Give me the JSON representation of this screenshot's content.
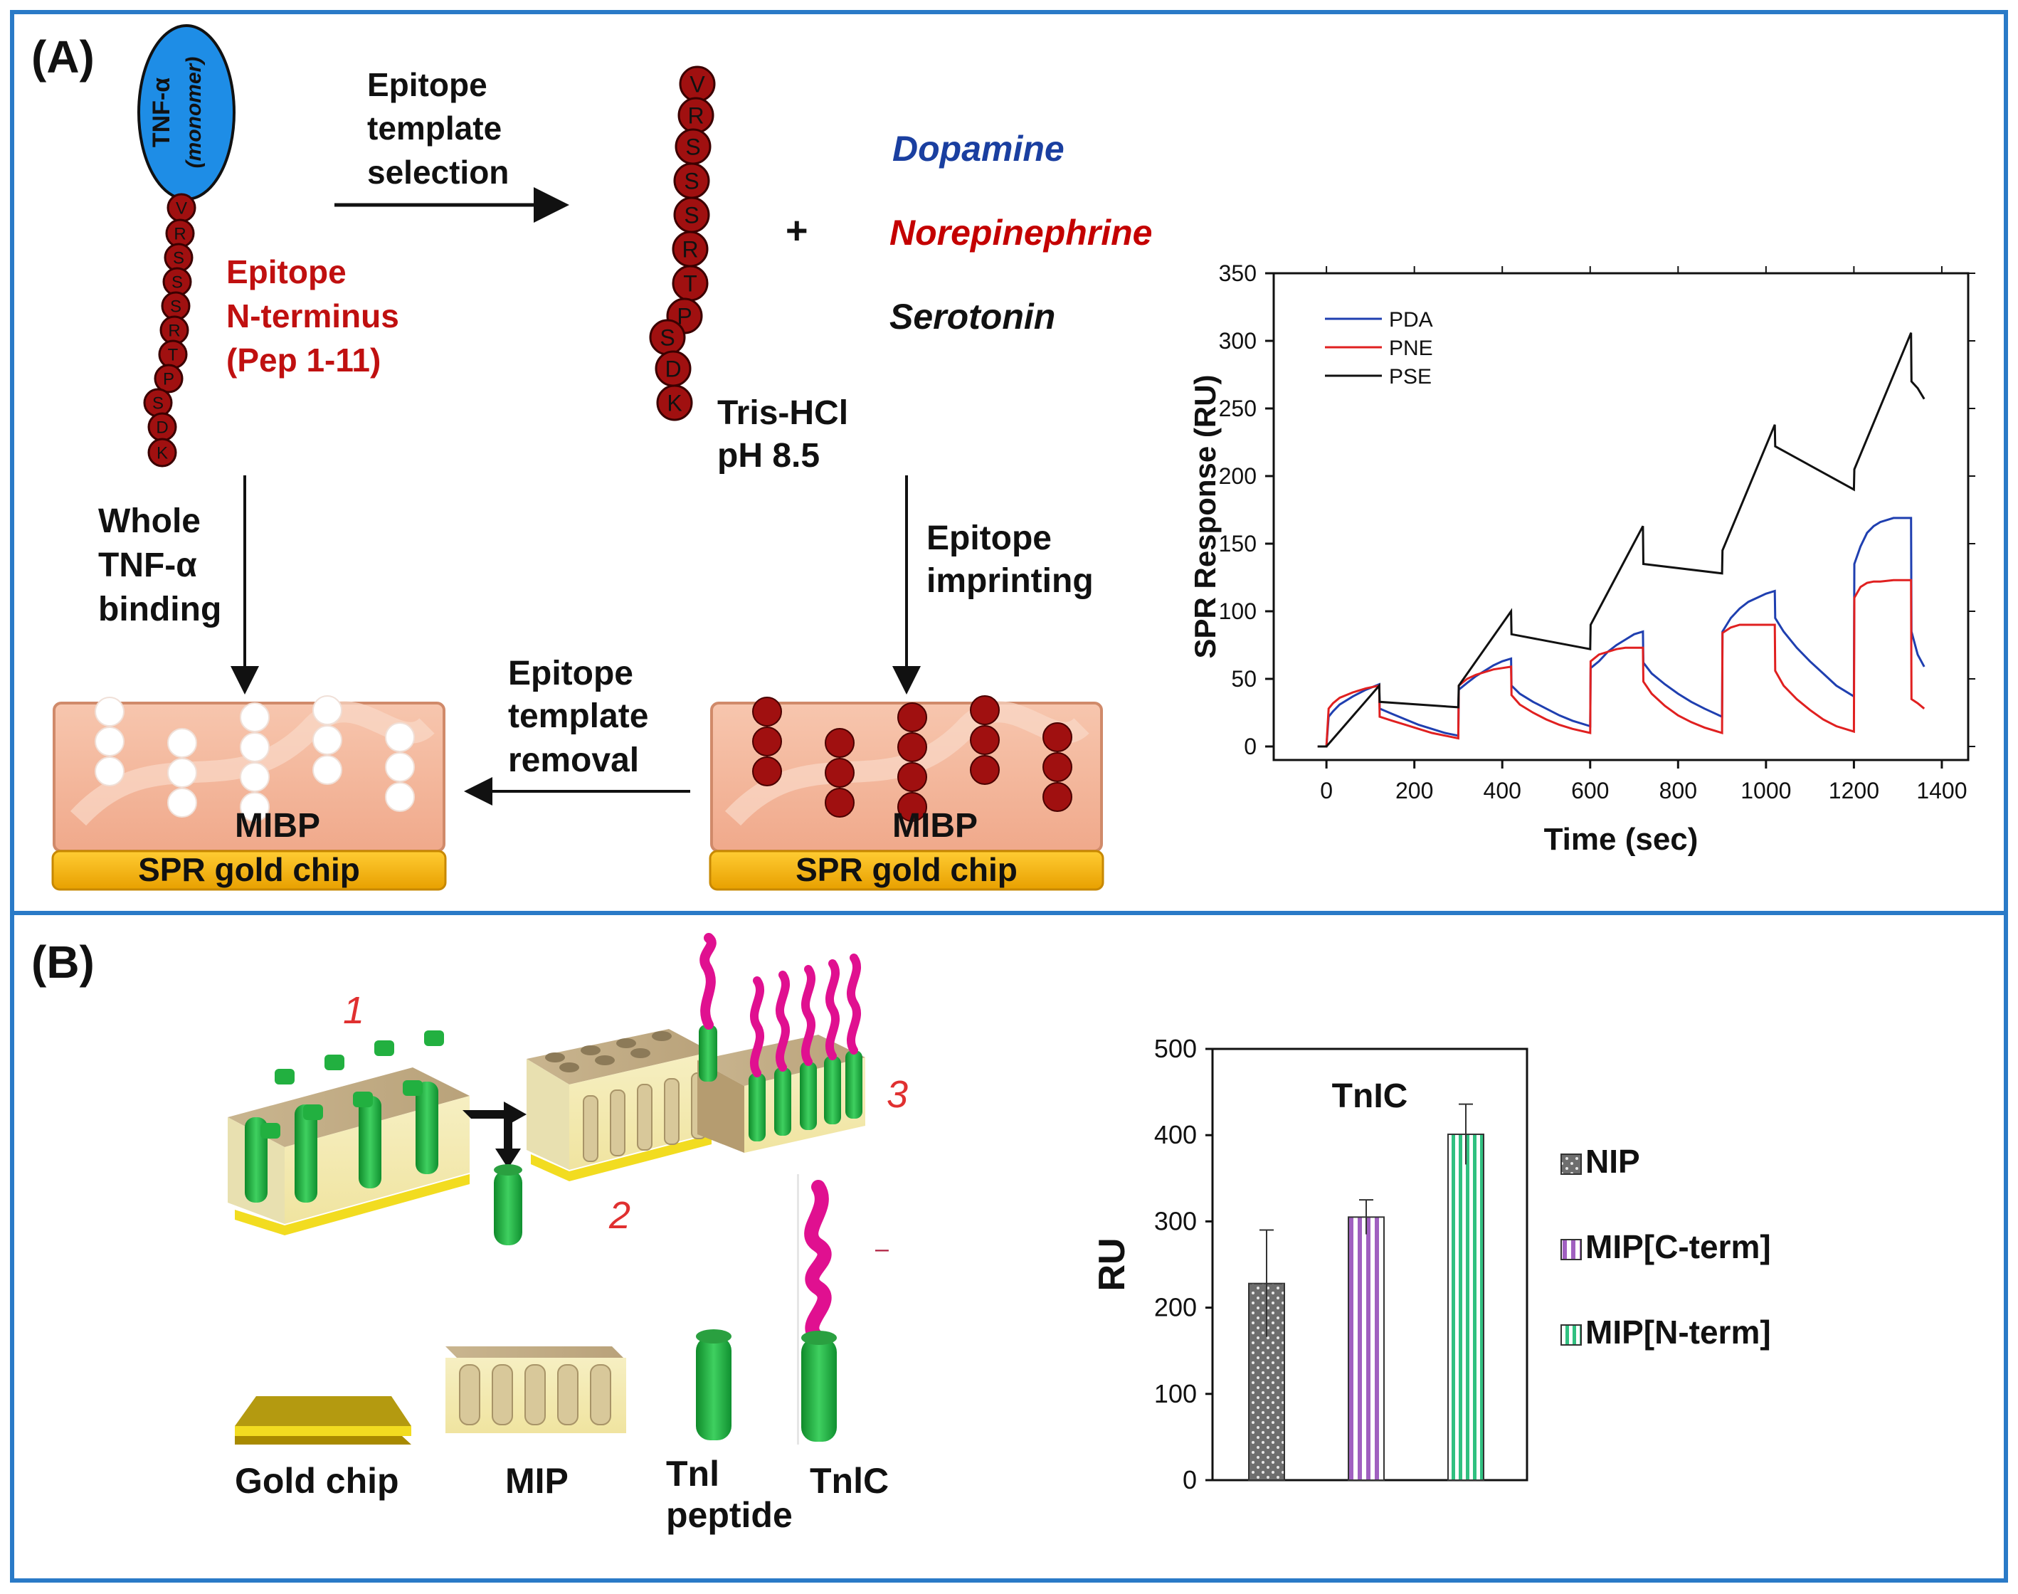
{
  "panelA": {
    "label": "(A)",
    "tnf_label": "TNF-α",
    "tnf_sublabel": "(monomer)",
    "epitope_seq": [
      "V",
      "R",
      "S",
      "S",
      "S",
      "R",
      "T",
      "P",
      "S",
      "D",
      "K"
    ],
    "epitope_title": [
      "Epitope",
      "N-terminus",
      "(Pep 1-11)"
    ],
    "step_selection": [
      "Epitope",
      "template",
      "selection"
    ],
    "plus": "+",
    "monomers": [
      {
        "name": "Dopamine",
        "color": "#1a3fa0"
      },
      {
        "name": "Norepinephrine",
        "color": "#c40000"
      },
      {
        "name": "Serotonin",
        "color": "#111111"
      }
    ],
    "buffer": [
      "Tris-HCl",
      "pH 8.5"
    ],
    "step_whole": [
      "Whole",
      "TNF-α",
      "binding"
    ],
    "step_imprint": [
      "Epitope",
      "imprinting"
    ],
    "step_removal": [
      "Epitope",
      "template",
      "removal"
    ],
    "mibp_label": "MIBP",
    "chip_label": "SPR gold chip"
  },
  "panelB": {
    "label": "(B)",
    "step_numbers": [
      "1",
      "2",
      "3"
    ],
    "legend_items": [
      "Gold chip",
      "MIP",
      "Tnl peptide",
      "TnlC"
    ],
    "legend_peptide_lines": [
      "Tnl",
      "peptide"
    ],
    "dash": "–"
  },
  "chart_data": [
    {
      "type": "line",
      "title": "",
      "xlabel": "Time (sec)",
      "ylabel": "SPR Response (RU)",
      "xlim": [
        -120,
        1460
      ],
      "ylim": [
        -10,
        350
      ],
      "xticks": [
        0,
        200,
        400,
        600,
        800,
        1000,
        1200,
        1400
      ],
      "yticks": [
        0,
        50,
        100,
        150,
        200,
        250,
        300,
        350
      ],
      "legend_position": "top-left",
      "series": [
        {
          "name": "PDA",
          "color": "#1f3fb0",
          "x": [
            -20,
            0,
            5,
            15,
            30,
            60,
            90,
            120,
            121,
            150,
            180,
            210,
            240,
            270,
            300,
            301,
            320,
            340,
            360,
            380,
            400,
            420,
            421,
            440,
            470,
            500,
            530,
            560,
            600,
            601,
            620,
            640,
            660,
            680,
            700,
            720,
            721,
            740,
            770,
            800,
            830,
            860,
            900,
            901,
            920,
            940,
            960,
            980,
            1000,
            1020,
            1021,
            1040,
            1070,
            1100,
            1130,
            1160,
            1200,
            1201,
            1215,
            1230,
            1245,
            1260,
            1290,
            1330,
            1331,
            1345,
            1360
          ],
          "y": [
            0,
            0,
            22,
            26,
            31,
            37,
            42,
            46,
            28,
            24,
            20,
            16,
            13,
            10,
            8,
            42,
            47,
            52,
            56,
            60,
            63,
            65,
            45,
            39,
            33,
            28,
            23,
            19,
            15,
            58,
            63,
            70,
            75,
            79,
            83,
            85,
            62,
            54,
            46,
            39,
            33,
            28,
            22,
            85,
            95,
            102,
            107,
            110,
            113,
            115,
            95,
            85,
            73,
            63,
            54,
            45,
            37,
            135,
            148,
            158,
            163,
            166,
            169,
            169,
            85,
            68,
            59
          ]
        },
        {
          "name": "PNE",
          "color": "#e02020",
          "x": [
            -20,
            0,
            5,
            15,
            30,
            60,
            90,
            120,
            121,
            150,
            180,
            210,
            240,
            270,
            300,
            301,
            320,
            340,
            360,
            380,
            400,
            420,
            421,
            440,
            470,
            500,
            530,
            560,
            600,
            601,
            620,
            640,
            660,
            680,
            700,
            720,
            721,
            740,
            770,
            800,
            830,
            860,
            900,
            901,
            920,
            940,
            960,
            980,
            1000,
            1020,
            1021,
            1040,
            1070,
            1100,
            1130,
            1160,
            1200,
            1201,
            1215,
            1230,
            1245,
            1260,
            1290,
            1330,
            1331,
            1345,
            1360
          ],
          "y": [
            0,
            0,
            28,
            32,
            36,
            40,
            43,
            45,
            22,
            19,
            16,
            13,
            10,
            8,
            6,
            45,
            50,
            53,
            55,
            57,
            58,
            59,
            38,
            31,
            25,
            20,
            16,
            13,
            10,
            63,
            68,
            70,
            72,
            73,
            73,
            73,
            48,
            39,
            30,
            23,
            18,
            14,
            10,
            84,
            88,
            90,
            90,
            90,
            90,
            90,
            56,
            45,
            35,
            27,
            20,
            15,
            11,
            110,
            118,
            121,
            122,
            122,
            123,
            123,
            35,
            32,
            28
          ]
        },
        {
          "name": "PSE",
          "color": "#111111",
          "x": [
            -20,
            0,
            120,
            121,
            300,
            301,
            420,
            421,
            600,
            601,
            720,
            721,
            900,
            901,
            1020,
            1021,
            1200,
            1201,
            1330,
            1331,
            1345,
            1360
          ],
          "y": [
            0,
            0,
            45,
            33,
            29,
            45,
            100,
            83,
            72,
            90,
            163,
            135,
            128,
            145,
            238,
            222,
            190,
            205,
            306,
            270,
            265,
            257
          ]
        }
      ]
    },
    {
      "type": "bar",
      "title": "TnIC",
      "xlabel": "",
      "ylabel": "RU",
      "ylim": [
        0,
        500
      ],
      "yticks": [
        0,
        100,
        200,
        300,
        400,
        500
      ],
      "categories": [
        "NIP",
        "MIP[C-term]",
        "MIP[N-term]"
      ],
      "values": [
        228,
        305,
        401
      ],
      "errors": [
        62,
        20,
        35
      ],
      "legend_position": "right",
      "colors": [
        "#7a7a7a",
        "#b070c8",
        "#40c890"
      ]
    }
  ]
}
